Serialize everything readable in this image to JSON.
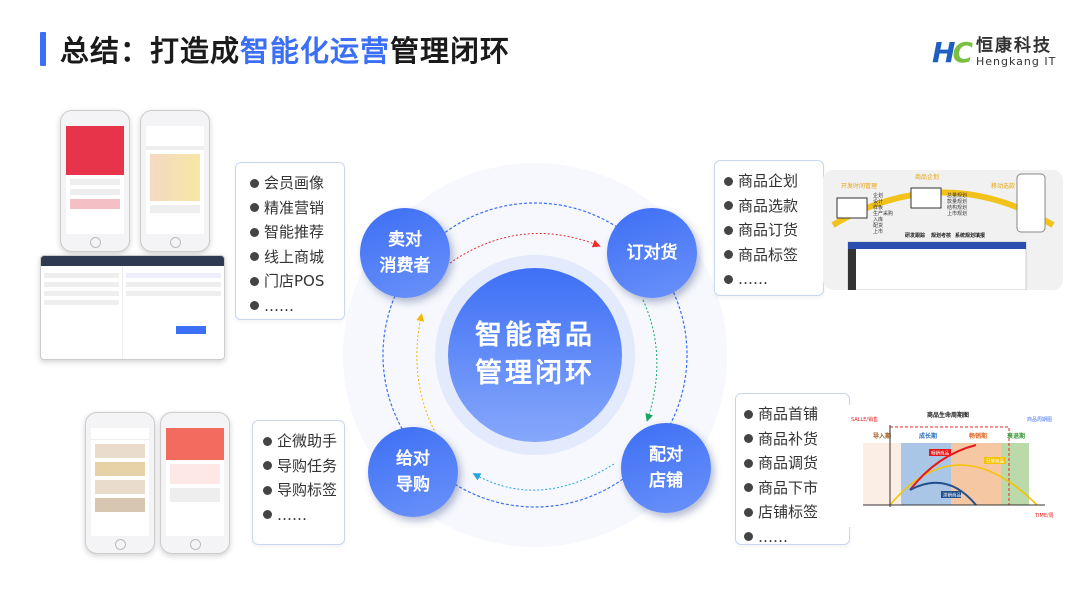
{
  "title": {
    "part1": "总结：打造成",
    "highlight": "智能化运营",
    "part2": "管理闭环"
  },
  "logo": {
    "mark": "H",
    "mark2": "C",
    "cn": "恒康科技",
    "en": "Hengkang IT"
  },
  "center": {
    "line1": "智能商品",
    "line2": "管理闭环"
  },
  "nodes": [
    {
      "line1": "卖对",
      "line2": "消费者"
    },
    {
      "line1": "订对货",
      "line2": ""
    },
    {
      "line1": "配对",
      "line2": "店铺"
    },
    {
      "line1": "给对",
      "line2": "导购"
    }
  ],
  "lists": {
    "consumer": [
      "会员画像",
      "精准营销",
      "智能推荐",
      "线上商城",
      "门店POS",
      "……"
    ],
    "ordering": [
      "商品企划",
      "商品选款",
      "商品订货",
      "商品标签",
      "……"
    ],
    "store": [
      "商品首铺",
      "商品补货",
      "商品调货",
      "商品下市",
      "店铺标签",
      "……"
    ],
    "guide": [
      "企微助手",
      "导购任务",
      "导购标签",
      "……"
    ]
  },
  "planning_image": {
    "dev": "开发时间管理",
    "plan": "商品企划",
    "mobile": "移动选款",
    "steps": [
      "企划",
      "设计",
      "样板",
      "生产采购",
      "入库",
      "配货",
      "上市"
    ],
    "plans": [
      "总量规划",
      "款量规划",
      "结构规划",
      "上市规划"
    ],
    "bottom": [
      "研发跟踪",
      "规划考核",
      "系统规划填报"
    ]
  },
  "lifecycle_image": {
    "title": "商品生命周期图",
    "y": "SALLE/销售",
    "x": "TIME/周",
    "legend": "商品周期图",
    "stages": [
      "导入期",
      "成长期",
      "畅销期",
      "衰退期"
    ],
    "tags": [
      "畅销商品",
      "日常商品",
      "滞销商品"
    ]
  },
  "colors": {
    "accent": "#3b6ff5"
  }
}
